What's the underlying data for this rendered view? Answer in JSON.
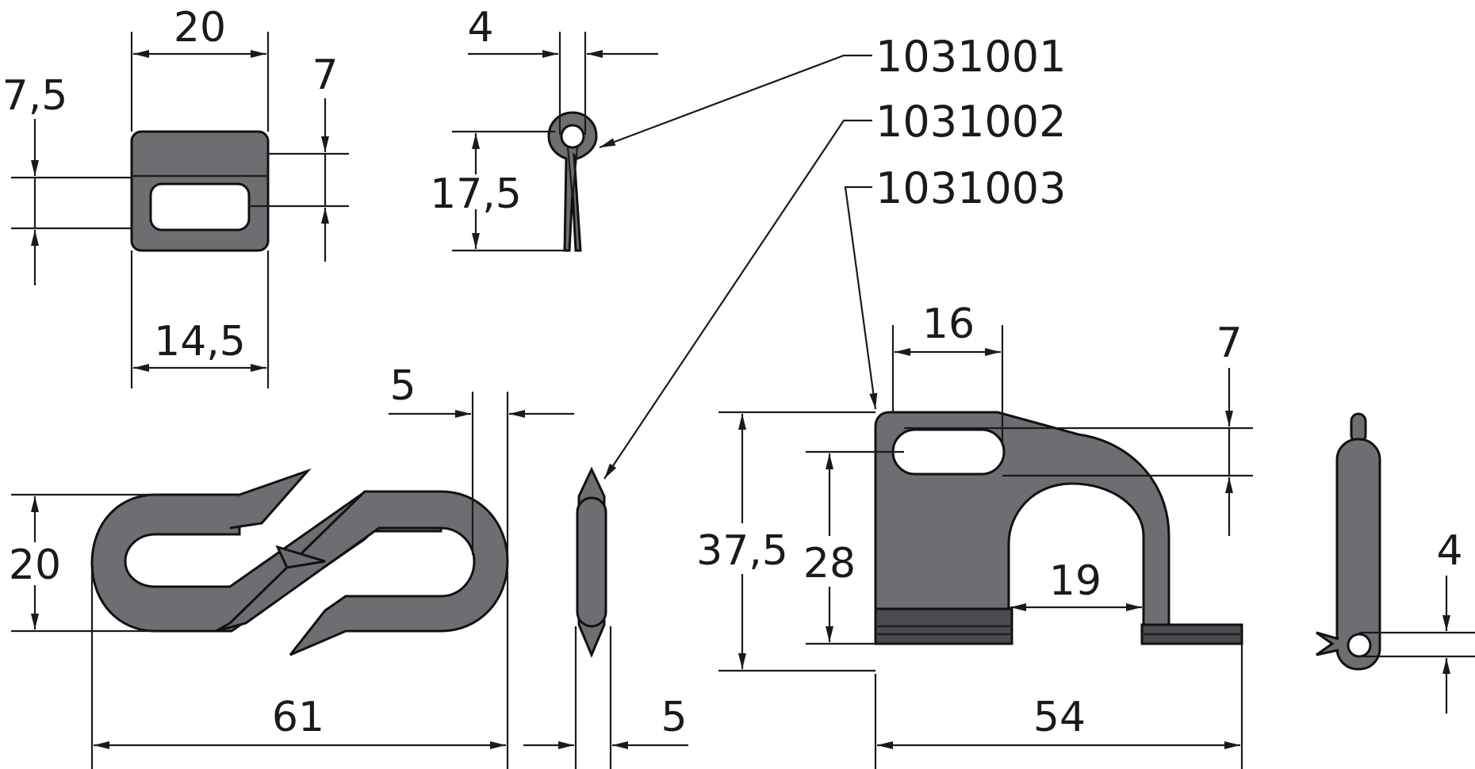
{
  "part_numbers": [
    "1031001",
    "1031002",
    "1031003"
  ],
  "dimensions": {
    "loop_width": "20",
    "loop_height": "7,5",
    "loop_slot": "7",
    "loop_base": "14,5",
    "clip_width": "4",
    "clip_height": "17,5",
    "hook_thickness": "5",
    "hook_height": "20",
    "hook_length": "61",
    "pin_width": "5",
    "bracket_slot_width": "16",
    "bracket_slot_height": "7",
    "bracket_height": "37,5",
    "bracket_inner_height": "28",
    "bracket_opening": "19",
    "bracket_length": "54",
    "side_pin_dia": "4"
  },
  "colors": {
    "part_fill": "#6d6e71",
    "line": "#1a1a1a"
  }
}
